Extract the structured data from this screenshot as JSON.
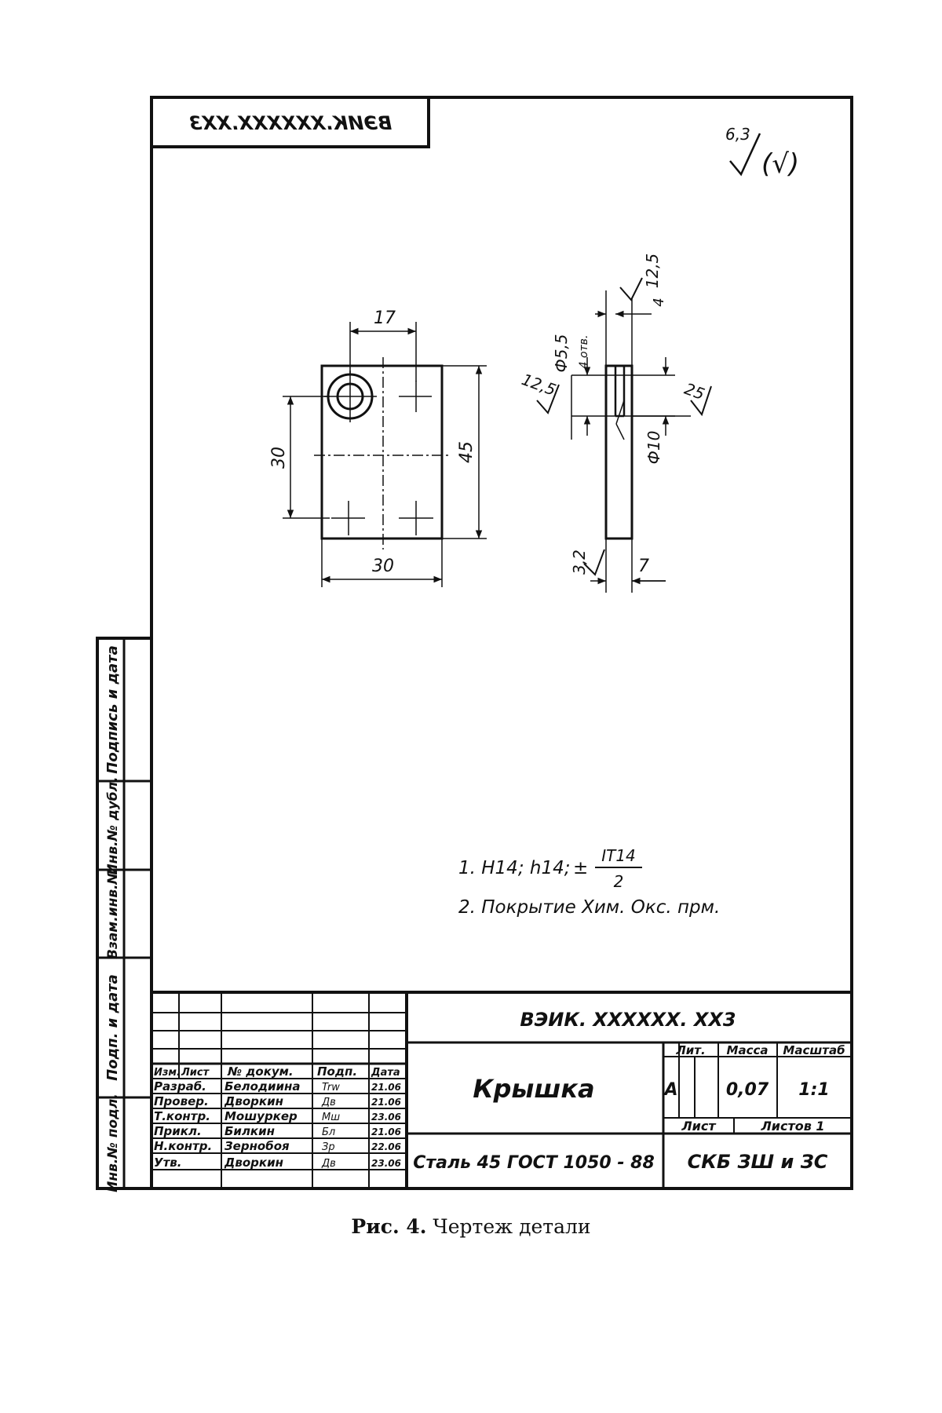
{
  "stamp": {
    "mirrored_code": "ВЭИК.ХХХХХХ.ХХ3"
  },
  "roughness": {
    "general_value": "6,3",
    "bracket_symbol": "(√)"
  },
  "dims": {
    "front_width_top": "17",
    "front_height_left": "30",
    "front_height_right": "45",
    "front_width_bottom": "30",
    "side_top_rough": "12,5",
    "side_top_dim": "4",
    "side_hole_dia": "Ф5,5",
    "side_hole_count": "4 отв.",
    "side_left_rough": "12,5",
    "side_right_rough": "25",
    "side_cbore_dia": "Ф10",
    "side_bottom_rough": "3,2",
    "side_thickness": "7"
  },
  "notes": {
    "line1_prefix": "1. H14; h14;",
    "line1_pm": "±",
    "line1_num": "IT14",
    "line1_den": "2",
    "line2": "2. Покрытие Хим. Окс. прм."
  },
  "side_columns": {
    "podp_date_1": "Подпись и дата",
    "inv_dubl": "Инв.№ дубл.",
    "vzam_inv": "Взам.инв.№",
    "podp_date_2": "Подп. и дата",
    "inv_podl": "Инв.№ подл."
  },
  "title_block": {
    "doc_code": "ВЭИК. ХХХХХХ. ХХ3",
    "name": "Крышка",
    "material": "Сталь 45 ГОСТ 1050 - 88",
    "org": "СКБ ЗШ и ЗС",
    "col_lit": "Лит.",
    "col_mass": "Масса",
    "col_scale": "Масштаб",
    "lit_value": "А",
    "mass_value": "0,07",
    "scale_value": "1:1",
    "sheet_label": "Лист",
    "sheets_label": "Листов 1",
    "header": {
      "izm": "Изм.",
      "list": "Лист",
      "doc": "№ докум.",
      "podp": "Подп.",
      "date": "Дата"
    },
    "rows": [
      {
        "role": "Разраб.",
        "surname": "Белодиина",
        "sig": "Trw",
        "date": "21.06"
      },
      {
        "role": "Провер.",
        "surname": "Дворкин",
        "sig": "Дв",
        "date": "21.06"
      },
      {
        "role": "Т.контр.",
        "surname": "Мошуркер",
        "sig": "Мш",
        "date": "23.06"
      },
      {
        "role": "Прикл.",
        "surname": "Билкин",
        "sig": "Бл",
        "date": "21.06"
      },
      {
        "role": "Н.контр.",
        "surname": "Зернобоя",
        "sig": "Зр",
        "date": "22.06"
      },
      {
        "role": "Утв.",
        "surname": "Дворкин",
        "sig": "Дв",
        "date": "23.06"
      }
    ]
  },
  "caption": {
    "label": "Рис. 4.",
    "text": "Чертеж детали"
  }
}
